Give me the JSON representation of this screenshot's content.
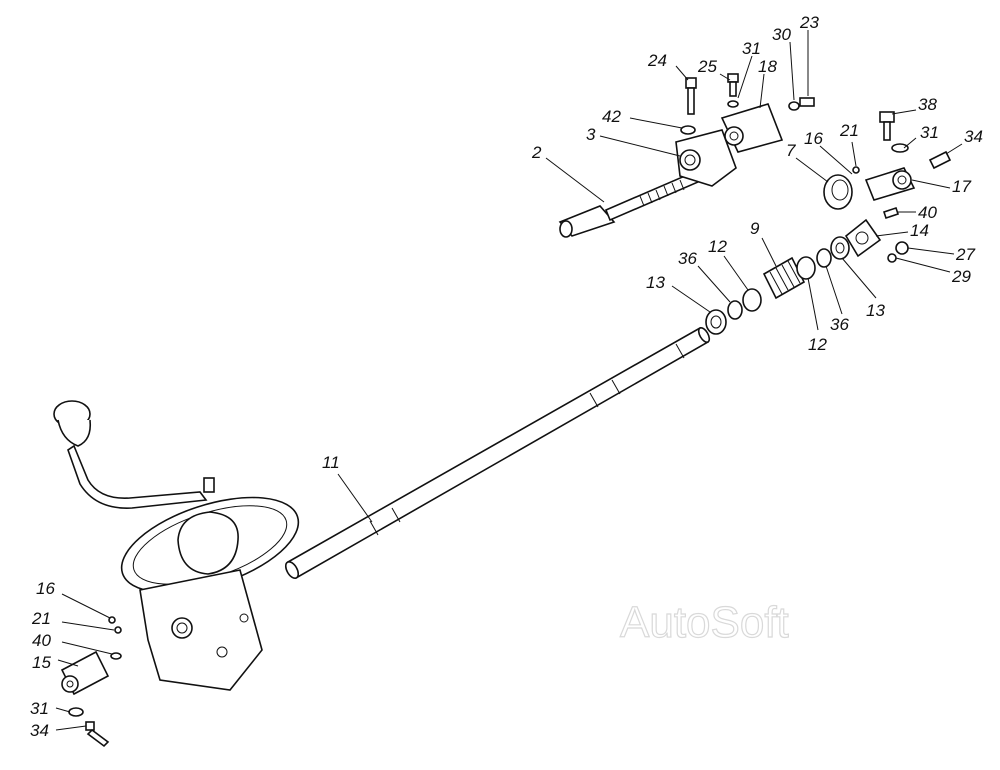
{
  "diagram": {
    "watermark": "AutoSoft",
    "callouts": [
      {
        "id": "c23",
        "text": "23"
      },
      {
        "id": "c30",
        "text": "30"
      },
      {
        "id": "c31a",
        "text": "31"
      },
      {
        "id": "c18",
        "text": "18"
      },
      {
        "id": "c24",
        "text": "24"
      },
      {
        "id": "c25",
        "text": "25"
      },
      {
        "id": "c42",
        "text": "42"
      },
      {
        "id": "c3",
        "text": "3"
      },
      {
        "id": "c2",
        "text": "2"
      },
      {
        "id": "c38",
        "text": "38"
      },
      {
        "id": "c31b",
        "text": "31"
      },
      {
        "id": "c34a",
        "text": "34"
      },
      {
        "id": "c21a",
        "text": "21"
      },
      {
        "id": "c16a",
        "text": "16"
      },
      {
        "id": "c7",
        "text": "7"
      },
      {
        "id": "c17",
        "text": "17"
      },
      {
        "id": "c40a",
        "text": "40"
      },
      {
        "id": "c14",
        "text": "14"
      },
      {
        "id": "c27",
        "text": "27"
      },
      {
        "id": "c29",
        "text": "29"
      },
      {
        "id": "c9",
        "text": "9"
      },
      {
        "id": "c12a",
        "text": "12"
      },
      {
        "id": "c36a",
        "text": "36"
      },
      {
        "id": "c13a",
        "text": "13"
      },
      {
        "id": "c13b",
        "text": "13"
      },
      {
        "id": "c36b",
        "text": "36"
      },
      {
        "id": "c12b",
        "text": "12"
      },
      {
        "id": "c11",
        "text": "11"
      },
      {
        "id": "c16b",
        "text": "16"
      },
      {
        "id": "c21b",
        "text": "21"
      },
      {
        "id": "c40b",
        "text": "40"
      },
      {
        "id": "c15",
        "text": "15"
      },
      {
        "id": "c31c",
        "text": "31"
      },
      {
        "id": "c34b",
        "text": "34"
      }
    ]
  }
}
